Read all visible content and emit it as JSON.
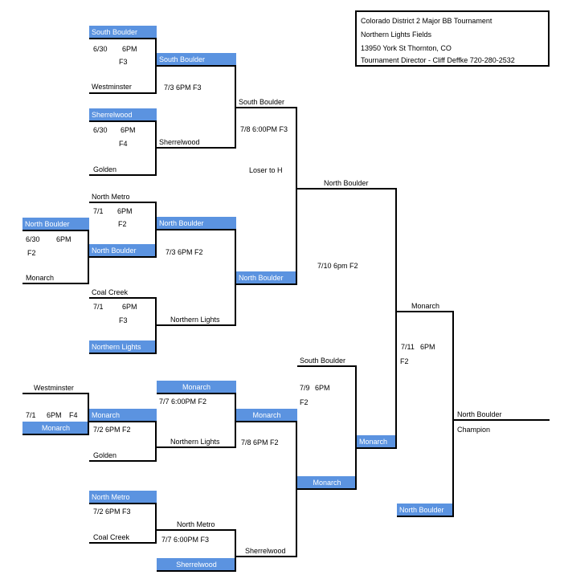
{
  "info": {
    "title": "Colorado District 2 Major BB Tournament",
    "venue": "Northern Lights Fields",
    "address": "13950 York St  Thornton, CO",
    "director": "Tournament Director - Cliff Deffke 720-280-2532"
  },
  "colors": {
    "highlight": "#5b93e0",
    "line": "#000000",
    "text": "#000000"
  },
  "g1": {
    "top": "South Boulder",
    "date": "6/30",
    "time": "6PM",
    "field": "F3",
    "bottom": "Westminster"
  },
  "g2": {
    "top": "Sherrelwood",
    "date": "6/30",
    "time": "6PM",
    "field": "F4",
    "bottom": "Golden"
  },
  "g3": {
    "top": "North Metro",
    "date": "7/1",
    "time": "6PM",
    "field": "F2",
    "bottom": "North Boulder"
  },
  "g4": {
    "top": "North Boulder",
    "date": "6/30",
    "time": "6PM",
    "field": "F2",
    "bottom": "Monarch"
  },
  "g5": {
    "top": "Coal Creek",
    "date": "7/1",
    "time": "6PM",
    "field": "F3",
    "bottom": "Northern Lights"
  },
  "g6": {
    "top": "South Boulder",
    "info": "7/3  6PM  F3",
    "bottom": "Sherrelwood"
  },
  "g7": {
    "top": "North Boulder",
    "info": "7/3  6PM    F2",
    "bottom": "Northern Lights"
  },
  "g8": {
    "top": "South Boulder",
    "info": "7/8 6:00PM F3",
    "note": "Loser to H",
    "bottom": "North Boulder"
  },
  "g9": {
    "top": "North Boulder",
    "info": "7/10   6pm    F2",
    "bottom": "Monarch"
  },
  "g10": {
    "top": "Westminster",
    "date": "7/1",
    "time": "6PM",
    "field": "F4",
    "bottom": "Monarch"
  },
  "g11": {
    "top": "Monarch",
    "info": "7/2   6PM    F2",
    "bottom": "Golden"
  },
  "g12": {
    "top": "Monarch",
    "info": "7/7  6:00PM  F2",
    "bottom": "Northern Lights"
  },
  "g13": {
    "top": "North Metro",
    "info": "7/2    6PM    F3",
    "bottom": "Coal Creek"
  },
  "g14": {
    "top": "North Metro",
    "info": "7/7  6:00PM     F3",
    "bottom": "Sherrelwood"
  },
  "g15": {
    "top": "Monarch",
    "info": "7/8 6PM F2",
    "bottom": "Sherrelwood"
  },
  "g16": {
    "top": "South Boulder",
    "date": "7/9",
    "time": "6PM",
    "field": "F2",
    "bottom": "Monarch"
  },
  "g17": {
    "top": "Monarch",
    "date": "7/11",
    "time": "6PM",
    "field": "F2",
    "bottom": "North Boulder"
  },
  "final": {
    "winner": "North Boulder",
    "label": "Champion"
  }
}
